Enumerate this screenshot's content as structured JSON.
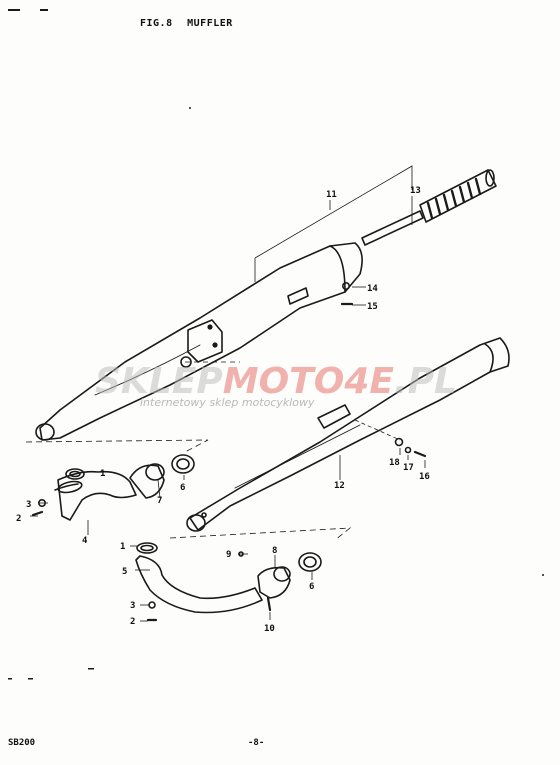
{
  "header": {
    "fig": "FIG.8",
    "title": "MUFFLER"
  },
  "footer": {
    "model": "SB200",
    "page": "-8-"
  },
  "watermark": {
    "part1": "SKLEP",
    "part2": "MOTO",
    "part3": "4E",
    "part4": ".PL",
    "tagline": "internetowy sklep motocyklowy",
    "colors": {
      "red": "#e87470",
      "gray": "#b9b9b9"
    }
  },
  "callouts": {
    "c1a": "1",
    "c1b": "1",
    "c2a": "2",
    "c2b": "2",
    "c3a": "3",
    "c3b": "3",
    "c4": "4",
    "c5": "5",
    "c6a": "6",
    "c6b": "6",
    "c7": "7",
    "c8": "8",
    "c9": "9",
    "c10": "10",
    "c11": "11",
    "c12": "12",
    "c13": "13",
    "c14": "14",
    "c15": "15",
    "c16": "16",
    "c17": "17",
    "c18": "18"
  }
}
